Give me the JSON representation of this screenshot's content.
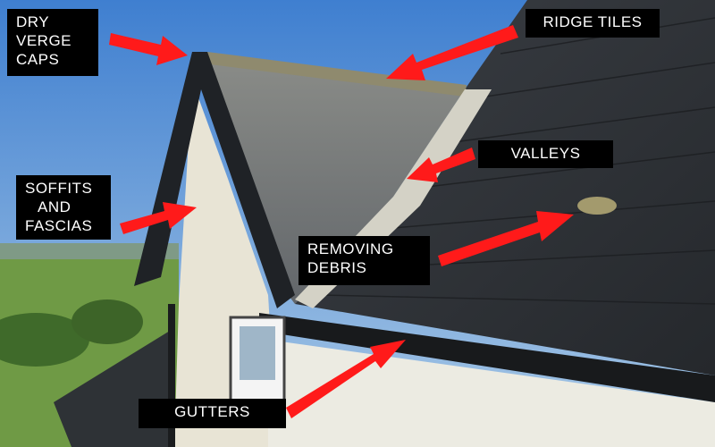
{
  "labels": {
    "dry_verge_caps": [
      "DRY",
      "VERGE",
      "CAPS"
    ],
    "ridge_tiles": "RIDGE TILES",
    "soffits_and_fascias": [
      "SOFFITS",
      "AND",
      "FASCIAS"
    ],
    "valleys": "VALLEYS",
    "removing_debris": [
      "REMOVING",
      "DEBRIS"
    ],
    "gutters": "GUTTERS"
  },
  "colors": {
    "arrow": "#ff1a1a",
    "label_bg": "#000000",
    "label_text": "#ffffff"
  }
}
